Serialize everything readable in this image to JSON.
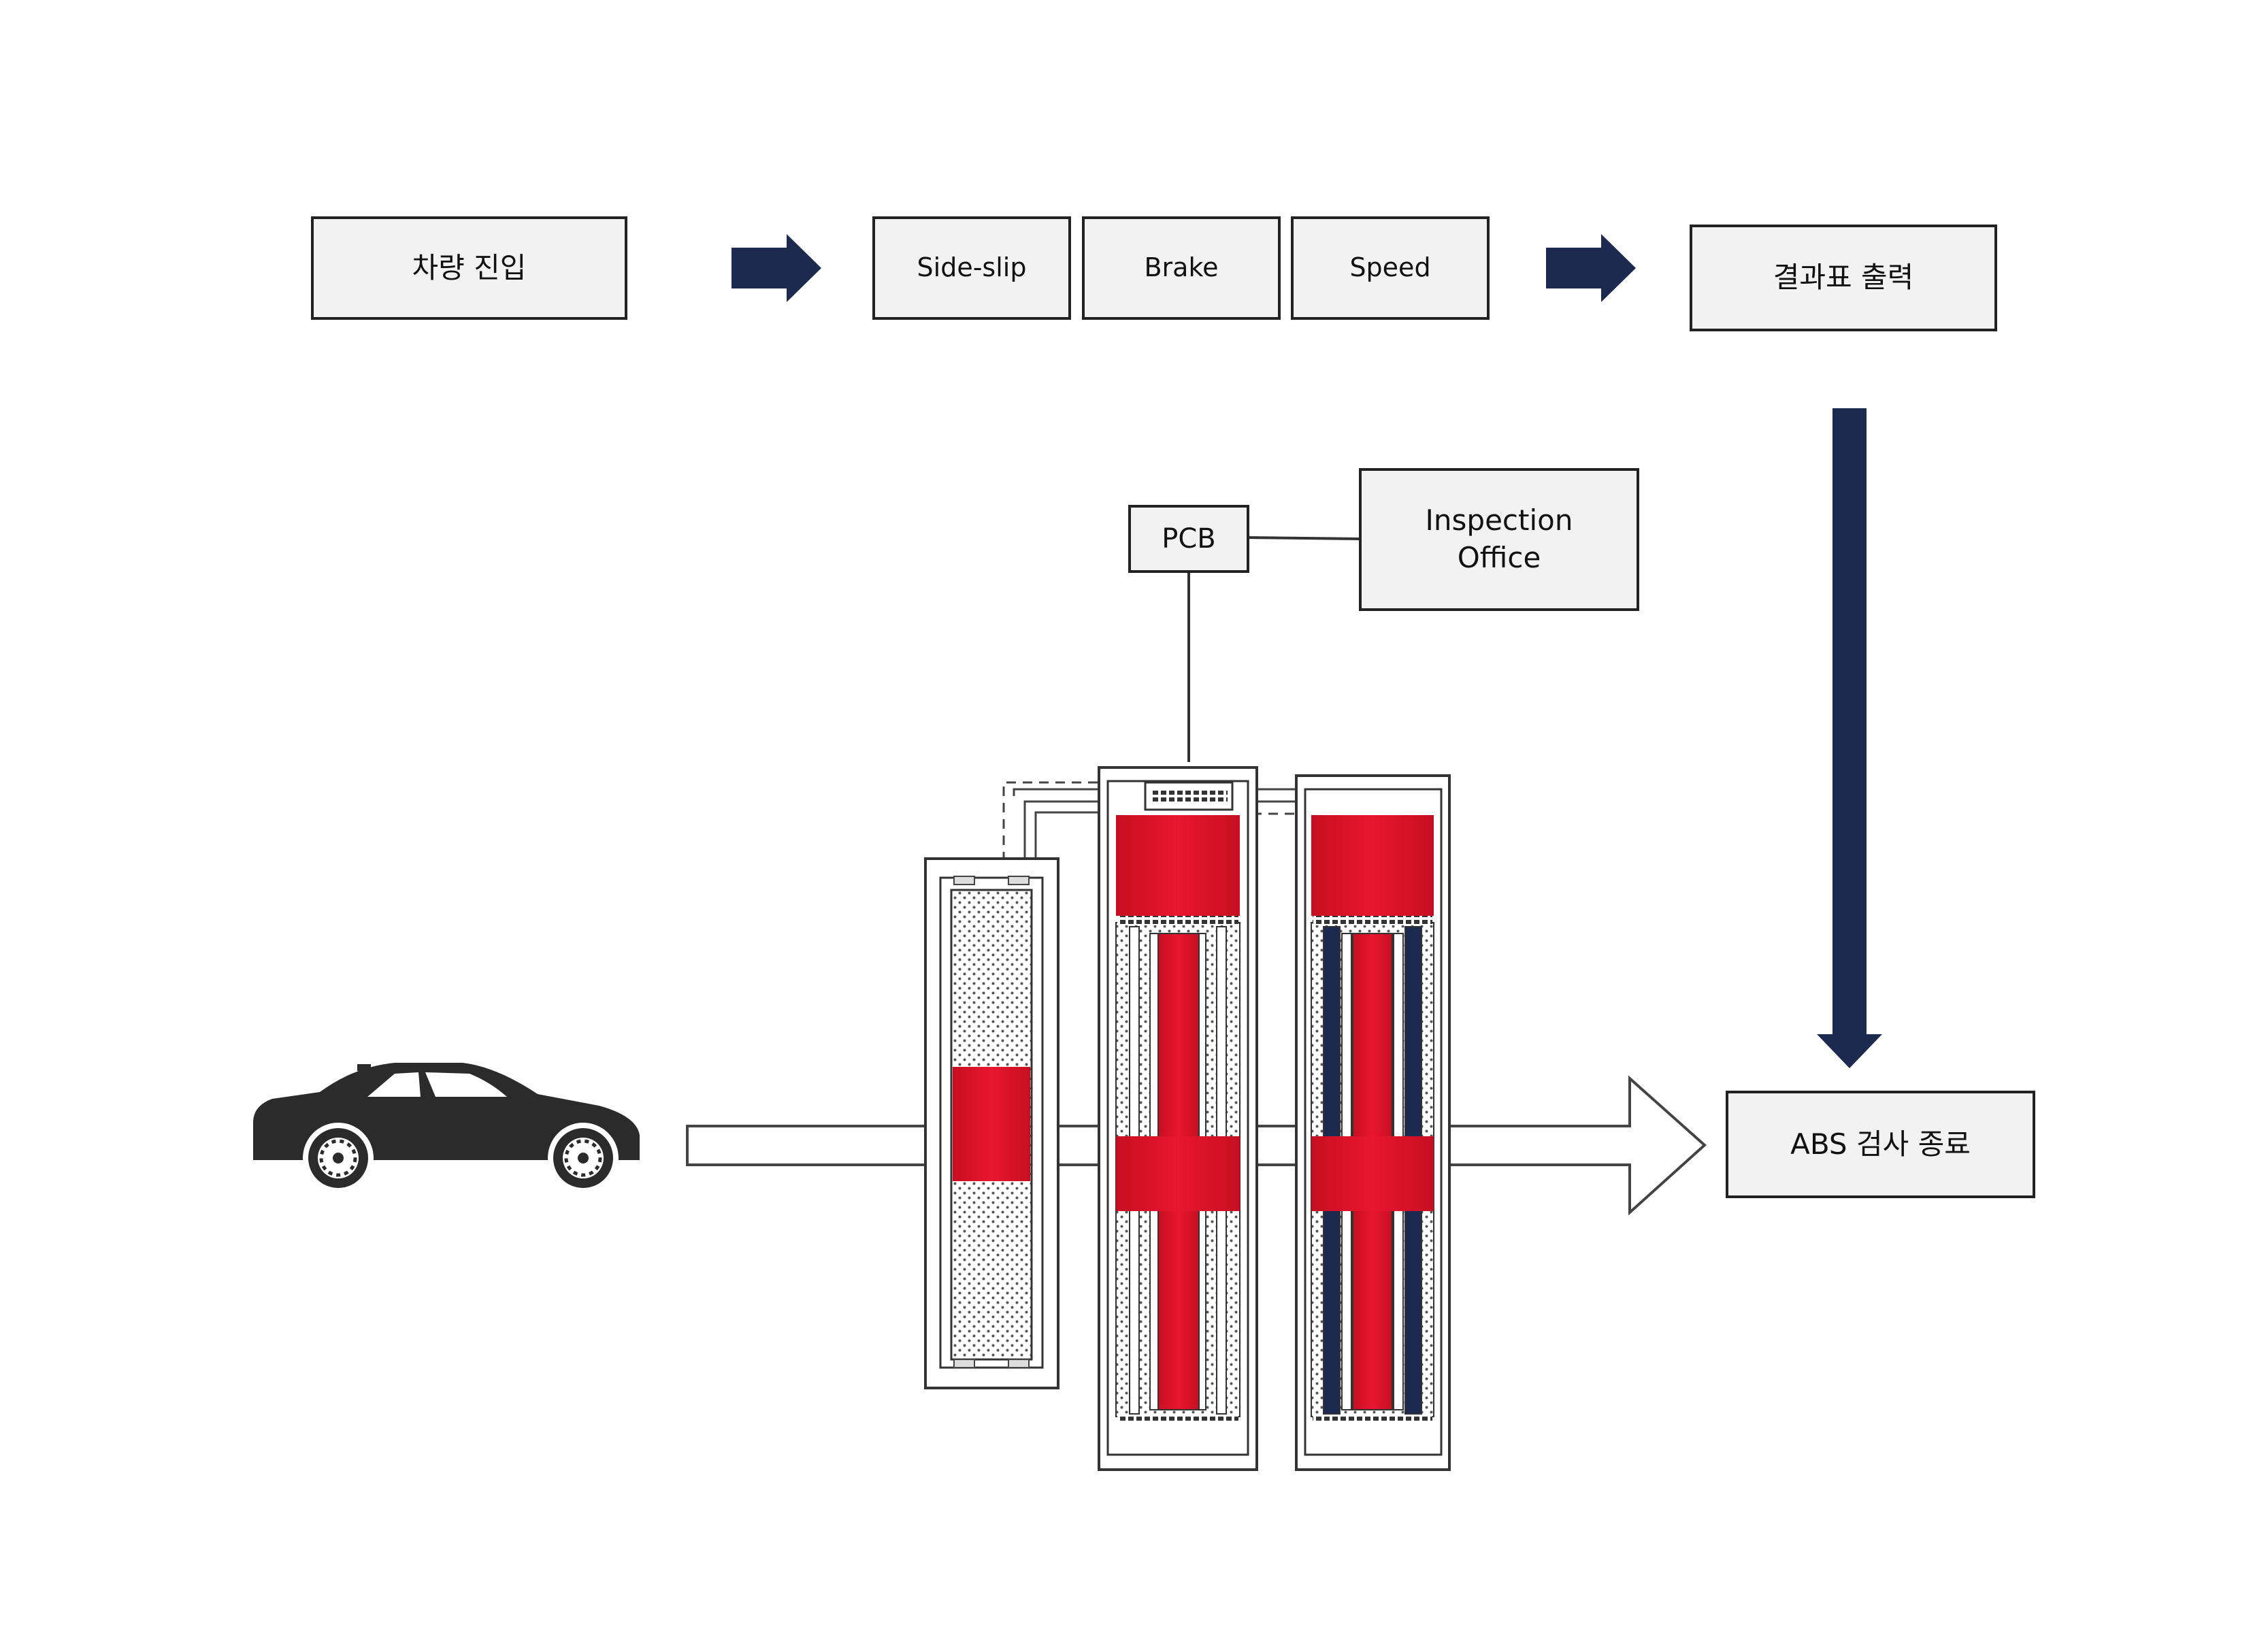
{
  "flow": {
    "entry": "차량 진입",
    "tests": [
      "Side-slip",
      "Brake",
      "Speed"
    ],
    "output": "결과표 출력",
    "end": "ABS 검사 종료"
  },
  "station": {
    "pcb": "PCB",
    "office": "Inspection\nOffice"
  },
  "icons": {
    "vehicle": "car-icon",
    "arrows": "arrow-right-icon"
  },
  "colors": {
    "arrow": "#1b2a4e",
    "roller_red": "#d8132b",
    "box_fill": "#f2f2f2",
    "car": "#2b2b2b"
  }
}
